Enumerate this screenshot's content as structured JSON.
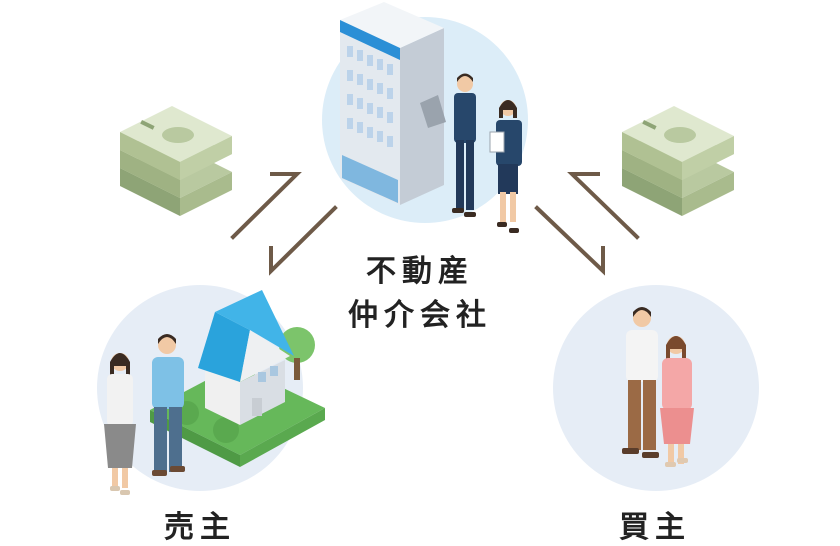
{
  "agency": {
    "line1": "不動産",
    "line2": "仲介会社"
  },
  "seller": {
    "label": "売主"
  },
  "buyer": {
    "label": "買主"
  },
  "colors": {
    "circle": "#e6edf6",
    "agency_circle": "#dcedf8",
    "arrow": "#6e5a48",
    "money_light": "#dfe8cf",
    "money_mid": "#b9c9a0",
    "money_dark": "#8ea476",
    "house_roof": "#2aa3dc",
    "lawn": "#66b85a"
  },
  "icons": [
    "banknote-stack-icon",
    "office-building-icon",
    "house-icon",
    "arrow-icon"
  ]
}
